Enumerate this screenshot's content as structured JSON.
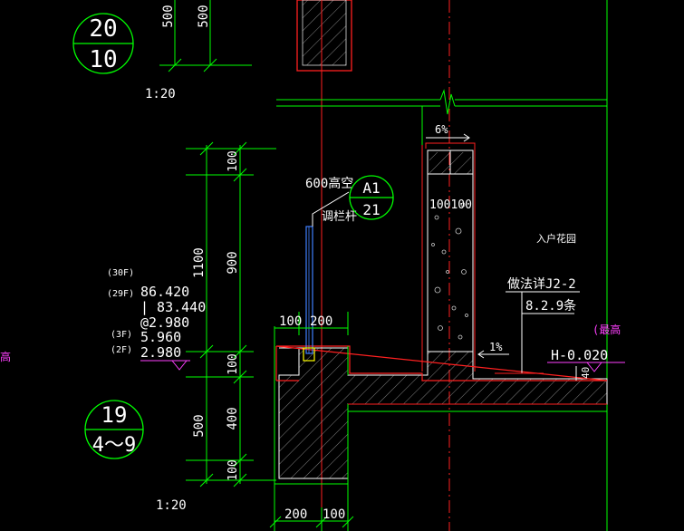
{
  "title_bubble_top": {
    "num": "20",
    "sheet": "10"
  },
  "title_bubble_bottom": {
    "num": "19",
    "sheet": "4～9"
  },
  "scale_top": "1:20",
  "scale_bottom": "1:20",
  "top_dims": [
    "500",
    "500"
  ],
  "left_dims": {
    "total_1100": "1100",
    "d100_a": "100",
    "d900": "900",
    "d100_b": "100",
    "d500": "500",
    "d400": "400",
    "d100_c": "100"
  },
  "levels": {
    "f30": "(30F)",
    "f29_label": "(29F)",
    "f29_val": "86.420",
    "line2": "| 83.440",
    "line3": "@2.980",
    "f3_label": "(3F)",
    "f3_val": "5.960",
    "f2_label": "(2F)",
    "f2_val": "2.980"
  },
  "curb_dims": [
    "100",
    "200"
  ],
  "bottom_dims": [
    "200",
    "100"
  ],
  "wall_dims": "100100",
  "slope_top": "6%",
  "slope_floor": "1%",
  "gap_label": "600高空",
  "rail_label": "调栏杆",
  "callout": {
    "top": "A1",
    "bottom": "21"
  },
  "room_label": "入户花园",
  "ref_label": {
    "line1": "做法详J2-2",
    "line2": "8.2.9条"
  },
  "elev_label": "H-0.020",
  "right_note": "(最高",
  "left_note": "高",
  "small_dim": "40",
  "colors": {
    "line": "#00ff00",
    "wall": "#ff2020",
    "text": "#ffffff",
    "note": "#ff40ff",
    "axis": "#ff2020"
  }
}
